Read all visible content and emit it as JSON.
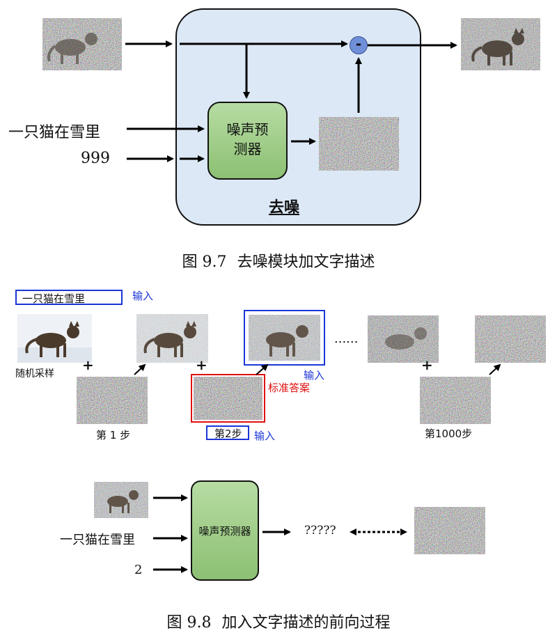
{
  "fig97": {
    "input_text": "一只猫在雪里",
    "input_step": "999",
    "predictor_label": "噪声预\n测器",
    "denoise_label": "去噪",
    "minus_label": "-",
    "caption_num": "图 9.7",
    "caption_text": "去噪模块加文字描述"
  },
  "fig98": {
    "text_box": "一只猫在雪里",
    "input_label_1": "输入",
    "input_label_2": "输入",
    "input_label_3": "输入",
    "random_sample": "随机采样",
    "plus": "+",
    "dots": "......",
    "answer_label": "标准答案",
    "step1": "第 1 步",
    "step2": "第2步",
    "step1000": "第1000步",
    "bottom_text": "一只猫在雪里",
    "bottom_step": "2",
    "bottom_predictor": "噪声预测器",
    "question": "?????",
    "caption_num": "图 9.8",
    "caption_text": "加入文字描述的前向过程"
  },
  "colors": {
    "panel_fill": "#dce8f5",
    "predictor_green": "#9ccc84",
    "blue_outline": "#1a35d6",
    "red_outline": "#e01010",
    "minus_circle": "#6f8fd8"
  }
}
